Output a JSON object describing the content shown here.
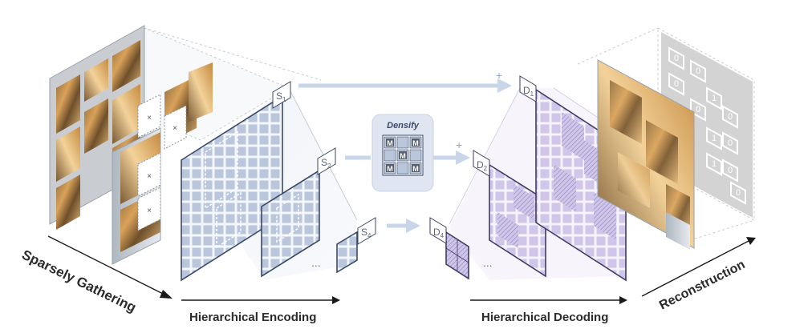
{
  "stage_labels": {
    "sparsely_gathering": "Sparsely Gathering",
    "hierarchical_encoding": "Hierarchical Encoding",
    "hierarchical_decoding": "Hierarchical Decoding",
    "reconstruction": "Reconstruction"
  },
  "encoder_scales": [
    "S",
    "S",
    "S"
  ],
  "encoder_subscripts": [
    "1",
    "2",
    "4"
  ],
  "decoder_scales": [
    "D",
    "D",
    "D"
  ],
  "decoder_subscripts": [
    "1",
    "2",
    "4"
  ],
  "densify": {
    "title": "Densify",
    "mask_token": "M"
  },
  "plus_sign": "+",
  "ellipsis": "...",
  "mask_cross": "×",
  "mask_values": [
    "0",
    "0",
    "0",
    "1",
    "0",
    "0",
    "1",
    "0",
    "1",
    "0",
    "0"
  ],
  "colors": {
    "encoder_grid": "#b9c6dc",
    "encoder_frame": "#3a4a66",
    "decoder_grid": "#cfc6ea",
    "decoder_frame": "#3f3a66",
    "arrow": "#c9d6ea",
    "densify_bg": "#dfe6f2",
    "mask_panel": "#d3d3d3"
  }
}
